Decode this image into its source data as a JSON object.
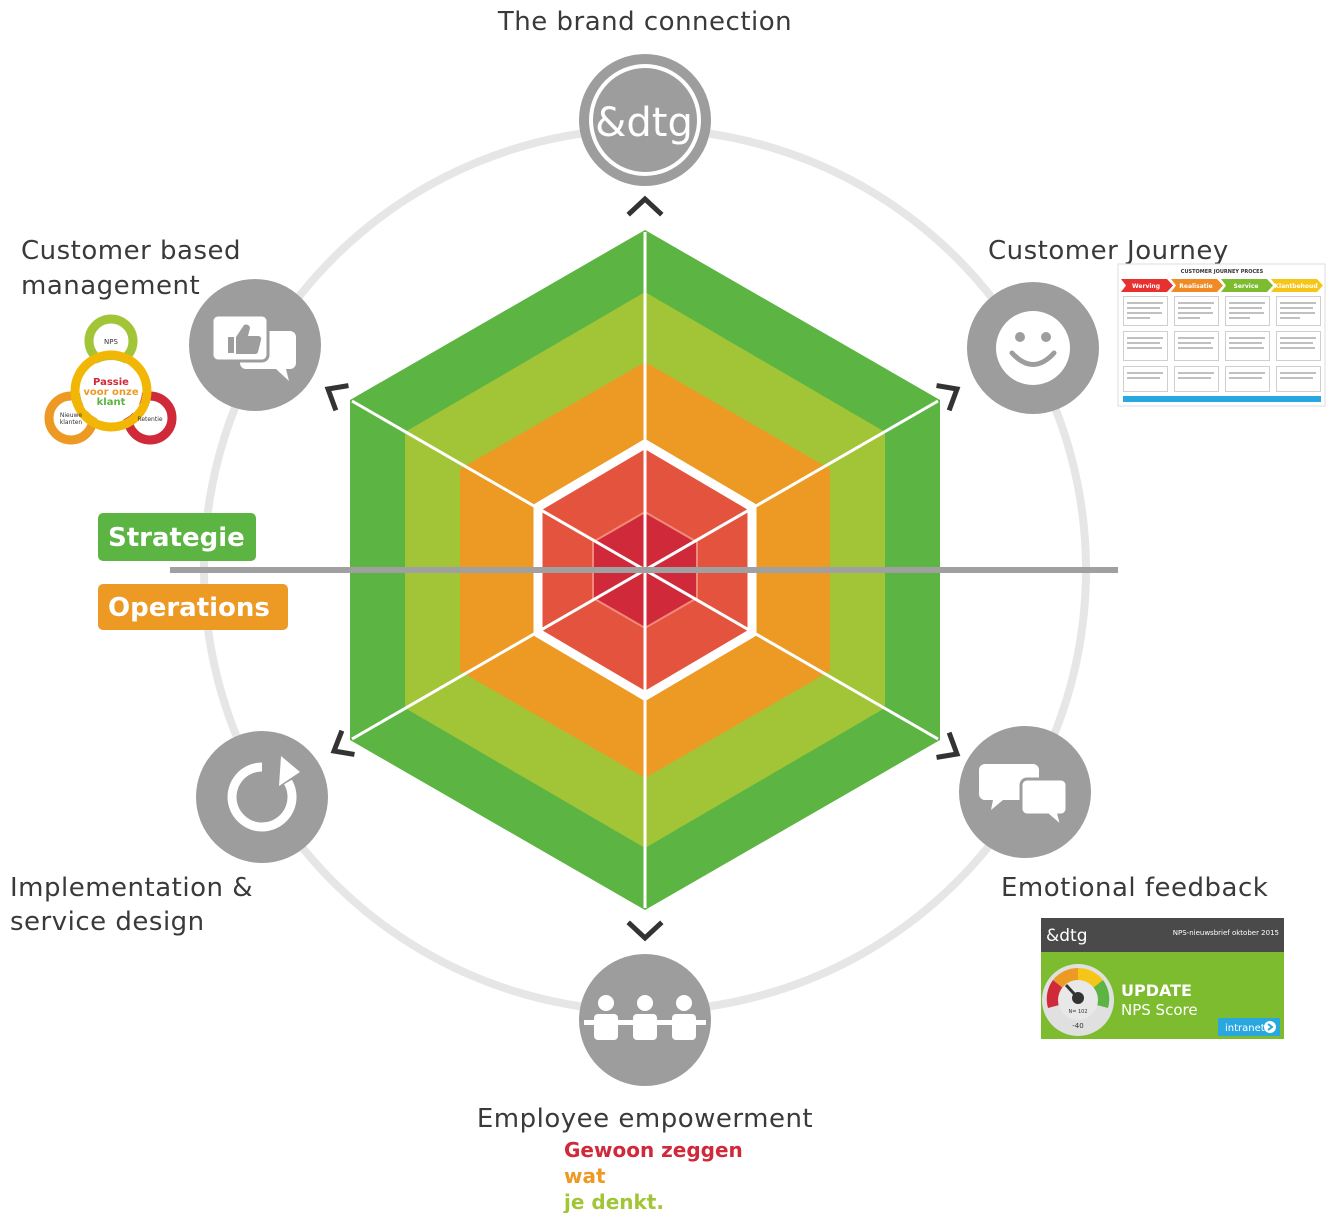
{
  "diagram": {
    "top_label": "The brand connection",
    "upper_left_label_line1": "Customer based",
    "upper_left_label_line2": "management",
    "upper_right_label": "Customer Journey",
    "lower_left_label_line1": "Implementation &",
    "lower_left_label_line2": "service design",
    "lower_right_label": "Emotional feedback",
    "bottom_label": "Employee empowerment",
    "strategy_tag": "Strategie",
    "operations_tag": "Operations",
    "colors": {
      "green_dark": "#5cb443",
      "green_light": "#a2c538",
      "orange": "#ec9a24",
      "red": "#e4533d",
      "red_dark": "#d0293a",
      "circle_grey": "#e6e6e6",
      "node_grey": "#9d9d9d",
      "axis_grey": "#a0a0a0"
    },
    "node_icons": {
      "top": "dtg-logo-icon",
      "upper_right": "smiley-icon",
      "lower_right": "speech-bubbles-icon",
      "bottom": "people-icon",
      "lower_left": "refresh-icon",
      "upper_left": "thumbs-up-chat-icon"
    }
  },
  "slogan": {
    "line1": "Gewoon zeggen",
    "line2": "wat",
    "line3": "je denkt.",
    "color1": "#d0293a",
    "color2": "#ec9a24",
    "color3": "#a2c538"
  },
  "nps_cycle": {
    "top": "NPS",
    "center_line1": "Passie",
    "center_line2": "voor onze",
    "center_line3": "klant",
    "left_line1": "Nieuwe",
    "left_line2": "klanten",
    "right": "Retentie"
  },
  "journey_card": {
    "title": "CUSTOMER JOURNEY PROCES",
    "phases": [
      "Werving",
      "Realisatie",
      "Service",
      "Klantbehoud"
    ],
    "phase_colors": [
      "#e8312f",
      "#f08a24",
      "#7cbc2e",
      "#f5c518"
    ]
  },
  "newsletter": {
    "logo": "&dtg",
    "issue": "NPS-nieuwsbrief oktober 2015",
    "update": "UPDATE",
    "score_label": "NPS Score",
    "link": "intranet",
    "gauge_n": "N= 102",
    "gauge_value": "-40"
  }
}
